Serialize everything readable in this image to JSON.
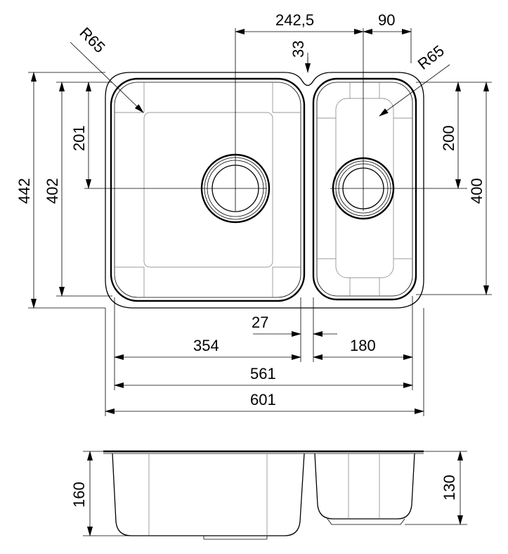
{
  "drawing": {
    "dimensions": {
      "top_center_distance": "242,5",
      "small_bowl_offset": "90",
      "rim_gap": "33",
      "left_radius": "R65",
      "right_radius": "R65",
      "outer_height": "442",
      "large_bowl_height": "402",
      "large_drain_to_edge": "201",
      "small_drain_to_edge": "200",
      "small_bowl_height": "400",
      "divider_width": "27",
      "large_bowl_width": "354",
      "small_bowl_width": "180",
      "inner_total_width": "561",
      "outer_total_width": "601",
      "large_bowl_depth": "160",
      "small_bowl_depth": "130"
    }
  }
}
